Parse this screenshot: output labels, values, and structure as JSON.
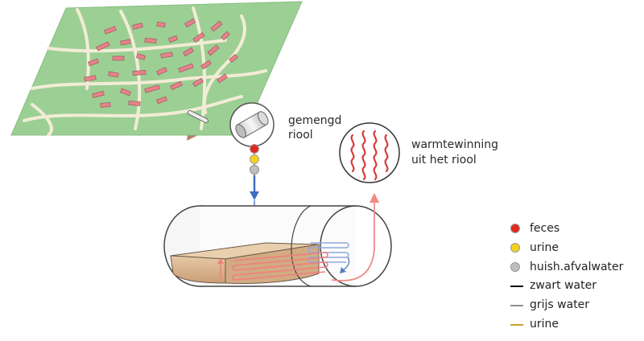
{
  "labels": {
    "sewer_type": [
      "gemengd",
      "riool"
    ],
    "heat_recovery": [
      "warmtewinning",
      "uit het riool"
    ]
  },
  "legend": [
    {
      "kind": "dot",
      "label": "feces",
      "color": "#e02a1e"
    },
    {
      "kind": "dot",
      "label": "urine",
      "color": "#f4d21c"
    },
    {
      "kind": "dot",
      "label": "huish.afvalwater",
      "color": "#bfbfbf"
    },
    {
      "kind": "line",
      "label": "zwart water",
      "color": "#111111"
    },
    {
      "kind": "line",
      "label": "grijs water",
      "color": "#8a8f96"
    },
    {
      "kind": "line",
      "label": "urine",
      "color": "#c9a227"
    }
  ],
  "colors": {
    "land": "#9ccf94",
    "road": "#f2ecd6",
    "building": "#e6828c",
    "sludge": "#d9b690",
    "down_arrow": "#3d6fc1",
    "up_arrow": "#ef8a84",
    "heat_coil": "#ef7f7f",
    "cold_coil": "#8fa8e0"
  }
}
